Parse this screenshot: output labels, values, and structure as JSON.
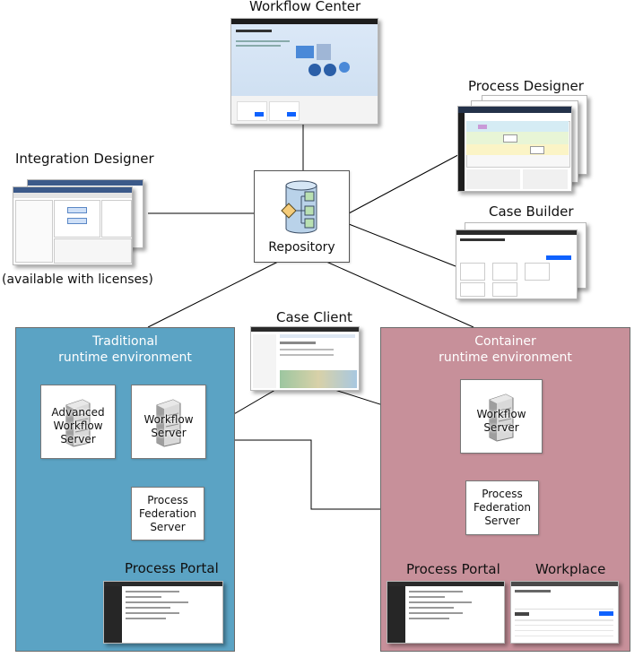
{
  "nodes": {
    "workflow_center": "Workflow Center",
    "process_designer": "Process Designer",
    "integration_designer": "Integration Designer",
    "integration_note": "(available with licenses)",
    "case_builder": "Case Builder",
    "repository": "Repository",
    "case_client": "Case Client",
    "process_portal_traditional": "Process Portal",
    "process_portal_container": "Process Portal",
    "workplace": "Workplace"
  },
  "environments": {
    "traditional": {
      "title": "Traditional\nruntime environment",
      "advanced_workflow_server": "Advanced\nWorkflow\nServer",
      "workflow_server": "Workflow\nServer",
      "pfs": "Process\nFederation\nServer"
    },
    "container": {
      "title": "Container\nruntime environment",
      "workflow_server": "Workflow\nServer",
      "pfs": "Process\nFederation\nServer"
    }
  },
  "colors": {
    "traditional_bg": "#5ba3c4",
    "container_bg": "#c7909a",
    "repository_cylinder": "#b9d2e9",
    "repository_diamond": "#f5cc7a",
    "repository_square": "#b9e0b2",
    "connector": "#000000"
  },
  "icons": {
    "repository": "database-icon",
    "server": "server-tower-icon"
  }
}
